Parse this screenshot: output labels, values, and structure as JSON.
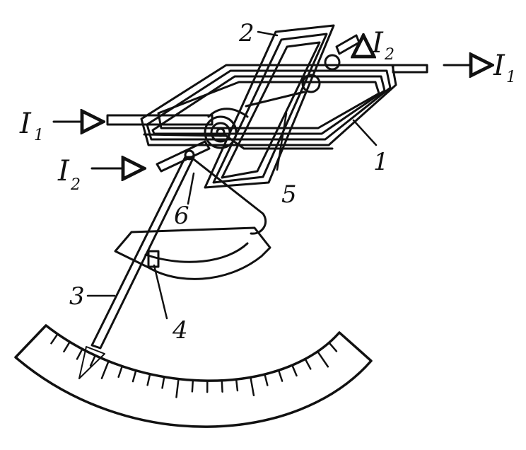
{
  "labels": {
    "current_1_in": "I",
    "current_1_in_sub": "1",
    "current_1_out": "I",
    "current_1_out_sub": "1",
    "current_2_in": "I",
    "current_2_in_sub": "2",
    "current_2_out": "I",
    "current_2_out_sub": "2",
    "part_1": "1",
    "part_2": "2",
    "part_3": "3",
    "part_4": "4",
    "part_5": "5",
    "part_6": "6"
  },
  "colors": {
    "ink": "#111111",
    "paper": "#ffffff"
  }
}
